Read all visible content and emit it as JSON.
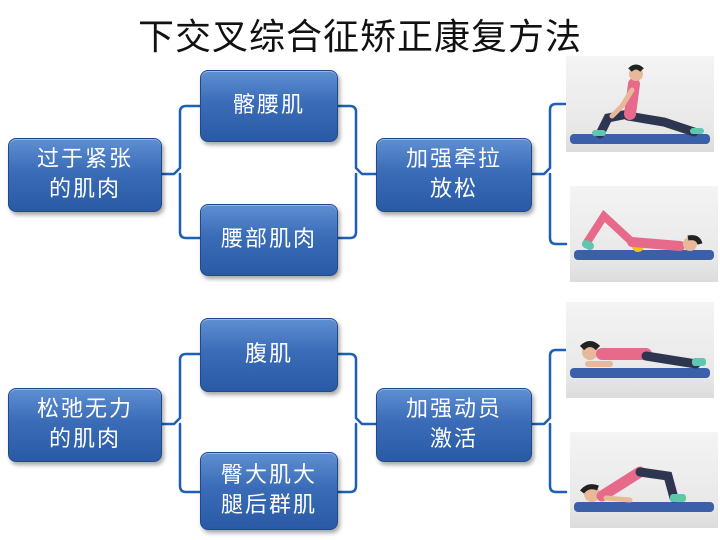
{
  "title": "下交叉综合征矫正康复方法",
  "top_group": {
    "root": "过于紧张\n的肌肉",
    "muscles": [
      "髂腰肌",
      "腰部肌肉"
    ],
    "action": "加强牵拉\n放松"
  },
  "bottom_group": {
    "root": "松弛无力\n的肌肉",
    "muscles": [
      "腹肌",
      "臀大肌大\n腿后群肌"
    ],
    "action": "加强动员\n激活"
  },
  "colors": {
    "box": "#3a6cb8",
    "line": "#1f5fb5",
    "mat": "#3b5fa8",
    "outfit": "#e86a8a",
    "shoe": "#5fc7b0"
  }
}
